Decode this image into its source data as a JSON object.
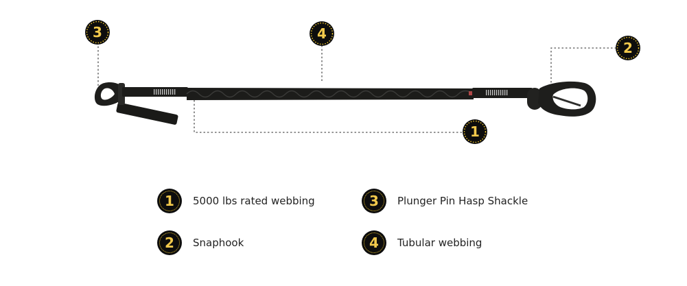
{
  "colors": {
    "badge_bg": "#0d0d0d",
    "badge_digit": "#f2c94c",
    "webbing": "#1c1c1a",
    "stitch": "#c8c8c8",
    "leader_line": "#555555"
  },
  "callouts": [
    {
      "id": "callout-1",
      "number": "1"
    },
    {
      "id": "callout-2",
      "number": "2"
    },
    {
      "id": "callout-3",
      "number": "3"
    },
    {
      "id": "callout-4",
      "number": "4"
    }
  ],
  "legend": [
    {
      "number": "1",
      "label": "5000 lbs rated webbing"
    },
    {
      "number": "3",
      "label": "Plunger Pin Hasp Shackle"
    },
    {
      "number": "2",
      "label": "Snaphook"
    },
    {
      "number": "4",
      "label": "Tubular webbing"
    }
  ]
}
